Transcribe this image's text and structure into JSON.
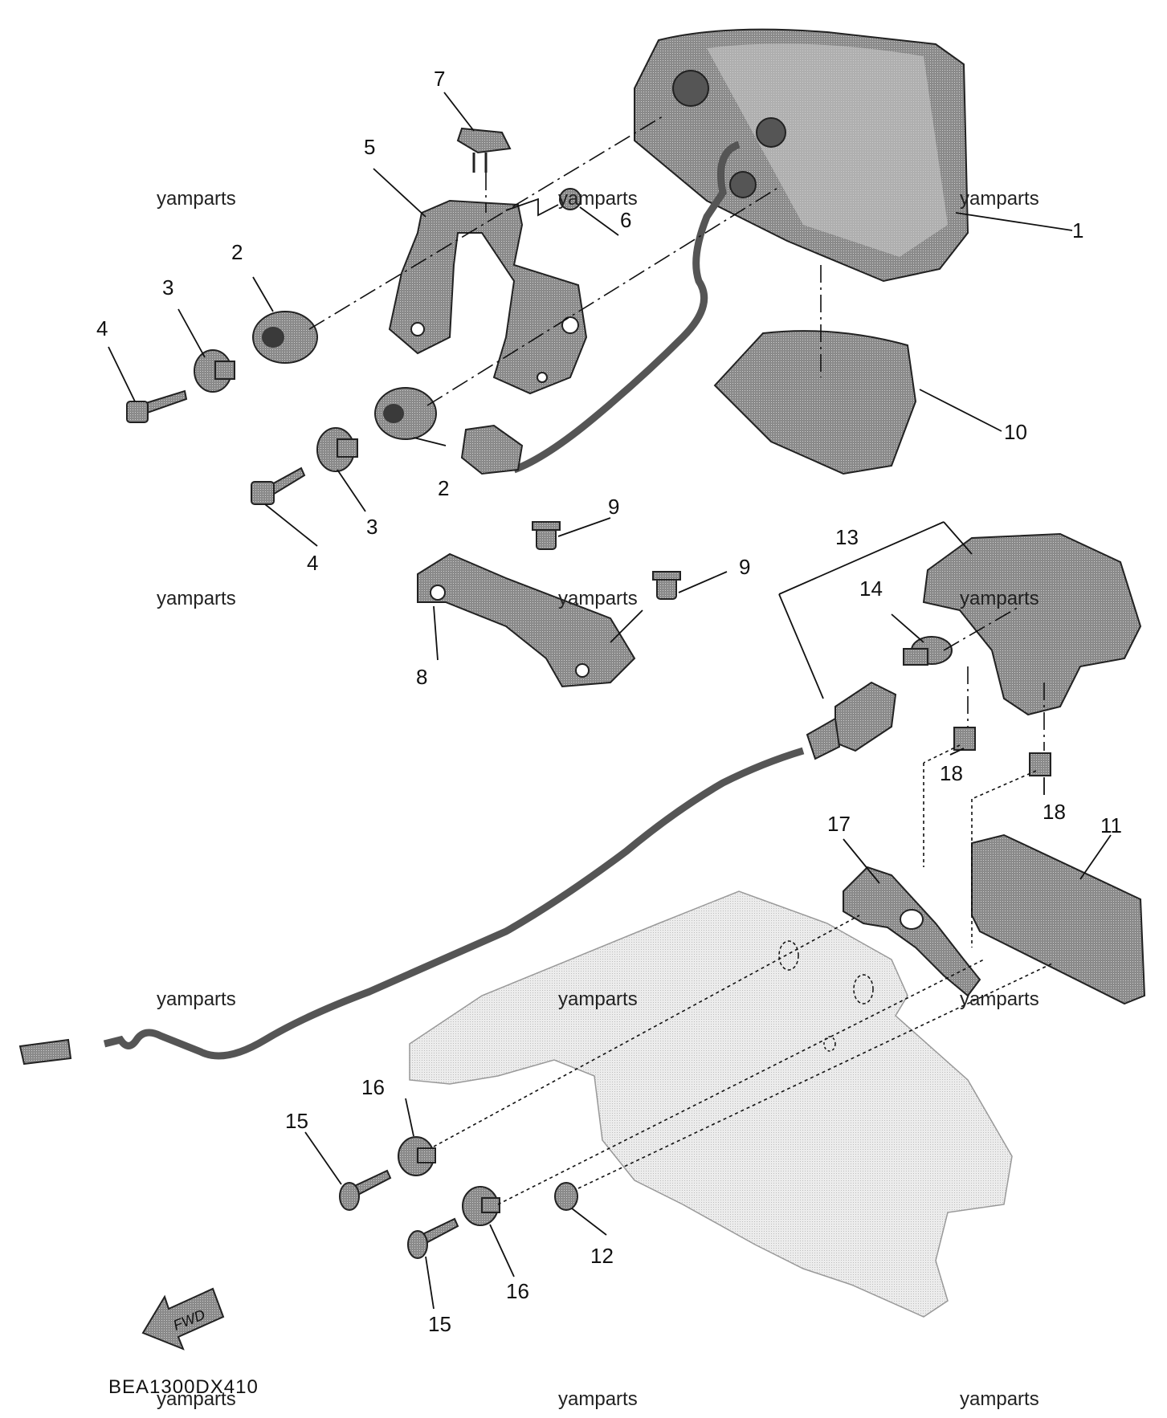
{
  "callouts": {
    "c1": "1",
    "c2a": "2",
    "c2b": "2",
    "c3a": "3",
    "c3b": "3",
    "c4a": "4",
    "c4b": "4",
    "c5": "5",
    "c6": "6",
    "c7": "7",
    "c8": "8",
    "c9a": "9",
    "c9b": "9",
    "c10": "10",
    "c11": "11",
    "c12": "12",
    "c13": "13",
    "c14": "14",
    "c15a": "15",
    "c15b": "15",
    "c16a": "16",
    "c16b": "16",
    "c17": "17",
    "c18a": "18",
    "c18b": "18"
  },
  "watermarks": {
    "w1": "yamparts",
    "w2": "yamparts",
    "w3": "yamparts",
    "w4": "yamparts",
    "w5": "yamparts",
    "w6": "yamparts",
    "w7": "yamparts",
    "w8": "yamparts",
    "w9": "yamparts",
    "w10": "yamparts",
    "w11": "yamparts",
    "w12": "yamparts"
  },
  "diagram_code": "BEA1300DX410",
  "fwd_label": "FWD",
  "colors": {
    "ink": "#111111",
    "part_dark": "#6e6e6e",
    "part_mid": "#9a9a9a",
    "part_light": "#cfcfcf",
    "part_pale": "#ececec"
  }
}
